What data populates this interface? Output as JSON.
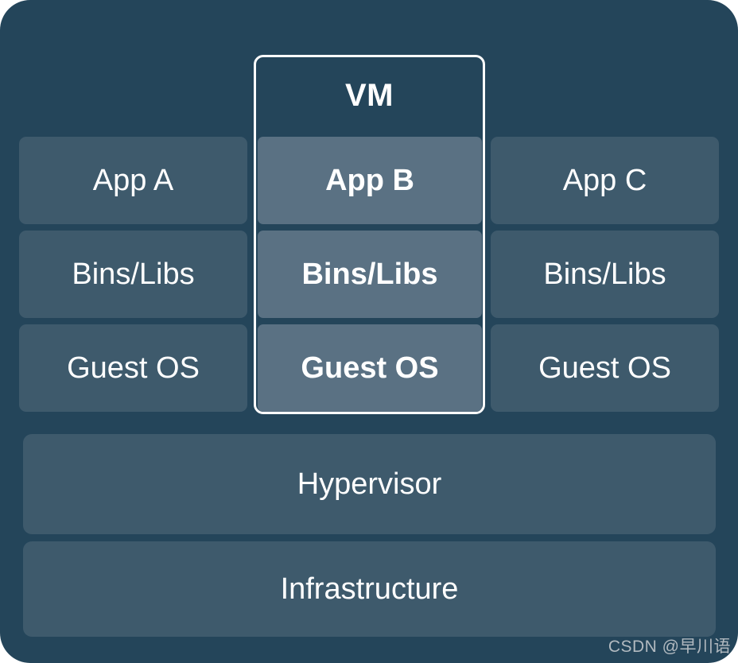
{
  "diagram": {
    "vm_title": "VM",
    "columns": [
      {
        "name": "stack-a",
        "cells": [
          "App A",
          "Bins/Libs",
          "Guest OS"
        ]
      },
      {
        "name": "vm-stack",
        "cells": [
          "App B",
          "Bins/Libs",
          "Guest OS"
        ]
      },
      {
        "name": "stack-c",
        "cells": [
          "App C",
          "Bins/Libs",
          "Guest OS"
        ]
      }
    ],
    "layers": [
      "Hypervisor",
      "Infrastructure"
    ],
    "colors": {
      "background": "#24455A",
      "cell": "#3E5A6C",
      "vm_cell": "#5A7183",
      "vm_border": "#FFFFFF",
      "text": "#FFFFFF",
      "watermark": "#B2BAC0"
    }
  },
  "watermark": {
    "text": "CSDN @早川语"
  }
}
